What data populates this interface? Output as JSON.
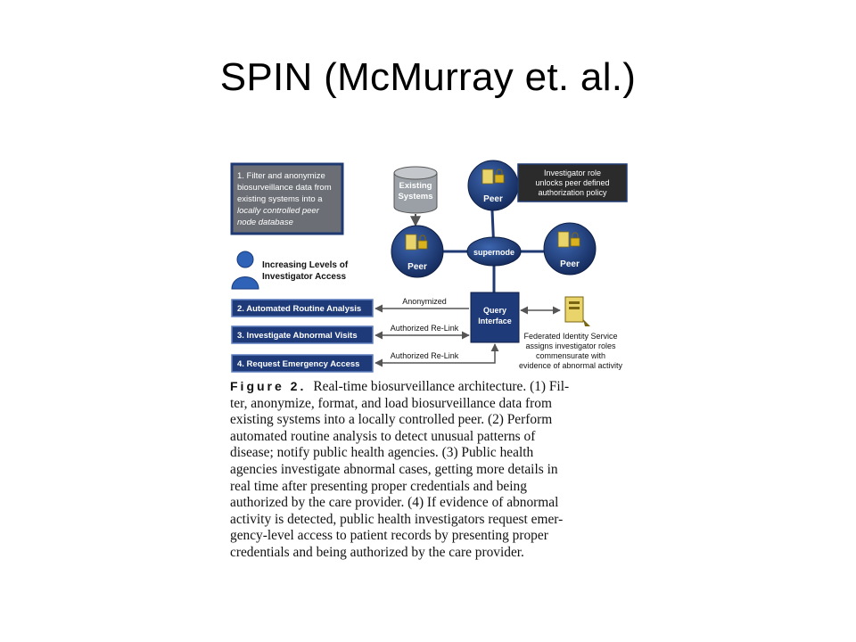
{
  "slide": {
    "title": "SPIN (McMurray et. al.)"
  },
  "diagram": {
    "step1_lines": [
      "1. Filter and anonymize",
      "biosurveillance data from",
      "existing systems into a",
      "locally controlled peer",
      "node database"
    ],
    "existing_systems": [
      "Existing",
      "Systems"
    ],
    "supernode": "supernode",
    "peer": "Peer",
    "investigator_role": [
      "Investigator role",
      "unlocks peer defined",
      "authorization policy"
    ],
    "access_levels": [
      "Increasing Levels of",
      "Investigator Access"
    ],
    "steps": [
      "2. Automated Routine Analysis",
      "3. Investigate Abnormal Visits",
      "4. Request Emergency Access"
    ],
    "arrows": [
      "Anonymized",
      "Authorized Re-Link",
      "Authorized Re-Link"
    ],
    "query_interface": [
      "Query",
      "Interface"
    ],
    "federated": [
      "Federated Identity Service",
      "assigns investigator roles",
      "commensurate with",
      "evidence of abnormal activity"
    ]
  },
  "caption": {
    "label": "Figure 2.",
    "lines": [
      "Real-time biosurveillance architecture. (1) Fil-",
      "ter, anonymize, format, and load biosurveillance data from",
      "existing systems into a locally controlled peer. (2) Perform",
      "automated routine analysis to detect unusual patterns of",
      "disease; notify public health agencies. (3) Public health",
      "agencies investigate abnormal cases, getting more details in",
      "real time after presenting proper credentials and being",
      "authorized by the care provider. (4) If evidence of abnormal",
      "activity is detected, public health investigators request emer-",
      "gency-level access to patient records by presenting proper",
      "credentials and being authorized by the care provider."
    ]
  },
  "colors": {
    "navy": "#1f3a73",
    "step_bar": "#1e3a78",
    "grey_box": "#6b6f75",
    "dark_box": "#2b2b2b",
    "db_grey": "#9aa0a6",
    "gold": "#d9b21e"
  }
}
